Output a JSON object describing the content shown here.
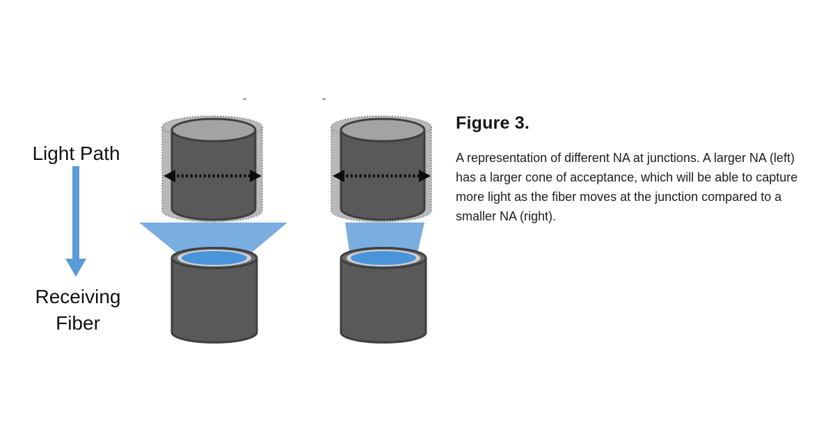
{
  "labels": {
    "light_path": "Light Path",
    "receiving_fiber": "Receiving Fiber"
  },
  "caption": {
    "title": "Figure 3.",
    "body": "A representation of different NA at junctions. A larger NA (left) has a larger cone of acceptance, which will be able to capture more light as the fiber moves at the junction compared to a smaller NA (right)."
  },
  "diagrams": [
    {
      "position": "left",
      "na": "larger",
      "cone_of_acceptance": "wide"
    },
    {
      "position": "right",
      "na": "smaller",
      "cone_of_acceptance": "narrow"
    }
  ],
  "icons": {
    "light_path_arrow": "down-arrow-icon",
    "movement_arrow": "double-headed-dotted-arrow-icon"
  },
  "colors": {
    "fiber_dark": "#595959",
    "fiber_outline": "#3f3f3f",
    "fiber_top": "#a3a3a3",
    "ghost_fill": "#b9b9b9",
    "ghost_stroke": "#8a8a8a",
    "cone_blue": "#7aade0",
    "core_blue": "#4a94dc",
    "ring_light": "#d2d2d2",
    "rim_gray": "#6e6e6e",
    "arrow_blue": "#5b9bd5",
    "text_color": "#111111"
  }
}
